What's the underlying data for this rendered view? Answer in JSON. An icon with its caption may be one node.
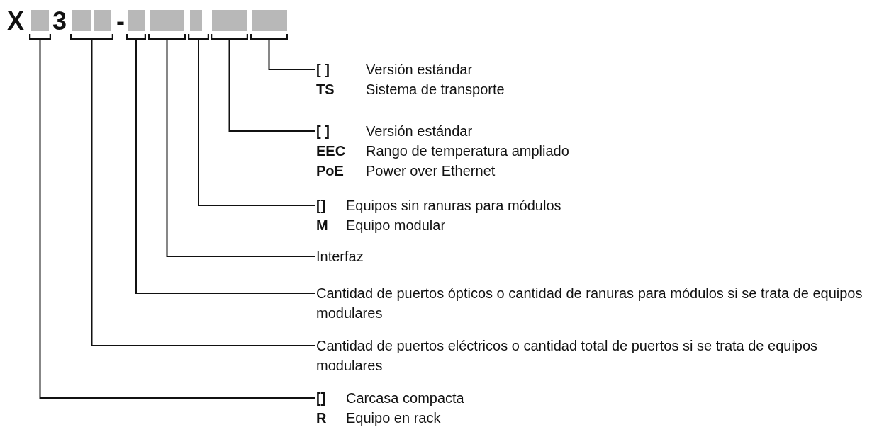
{
  "diagram": {
    "nodes": [
      {
        "text": [],
        "shape": "box"
      },
      {
        "text": [],
        "shape": "box"
      },
      {
        "text": [],
        "shape": "box"
      },
      {
        "text": [],
        "shape": "box"
      },
      {
        "text": [],
        "shape": "box"
      },
      {
        "text": [],
        "shape": "box"
      },
      {
        "text": [],
        "shape": "box"
      },
      {
        "text": [
          "[ ]",
          "Versión estándar",
          "TS",
          "Sistema de transporte"
        ]
      },
      {
        "text": [
          "[ ]",
          "Versión estándar",
          "EEC",
          "Rango de temperatura ampliado",
          "PoE",
          "Power over Ethernet"
        ]
      },
      {
        "text": [
          "[]",
          "Equipos sin ranuras para módulos",
          "M",
          "Equipo modular"
        ]
      },
      {
        "text": [
          "Interfaz"
        ]
      },
      {
        "text": [
          "Cantidad de puertos ópticos o cantidad de ranuras para módulos si se trata de equipos modulares"
        ]
      },
      {
        "text": [
          "Cantidad de puertos eléctricos o cantidad total de puertos si se trata de equipos modulares"
        ]
      },
      {
        "text": [
          "[]",
          "Carcasa compacta",
          "R",
          "Equipo en rack"
        ]
      }
    ],
    "edges": [
      {
        "from": 6,
        "to": 7,
        "arrow": "none"
      },
      {
        "from": 5,
        "to": 8,
        "arrow": "none"
      },
      {
        "from": 4,
        "to": 9,
        "arrow": "none"
      },
      {
        "from": 3,
        "to": 10,
        "arrow": "none"
      },
      {
        "from": 2,
        "to": 11,
        "arrow": "none"
      },
      {
        "from": 1,
        "to": 12,
        "arrow": "none"
      },
      {
        "from": 0,
        "to": 13,
        "arrow": "none"
      }
    ],
    "labels": [
      "X",
      "3",
      "-"
    ]
  }
}
